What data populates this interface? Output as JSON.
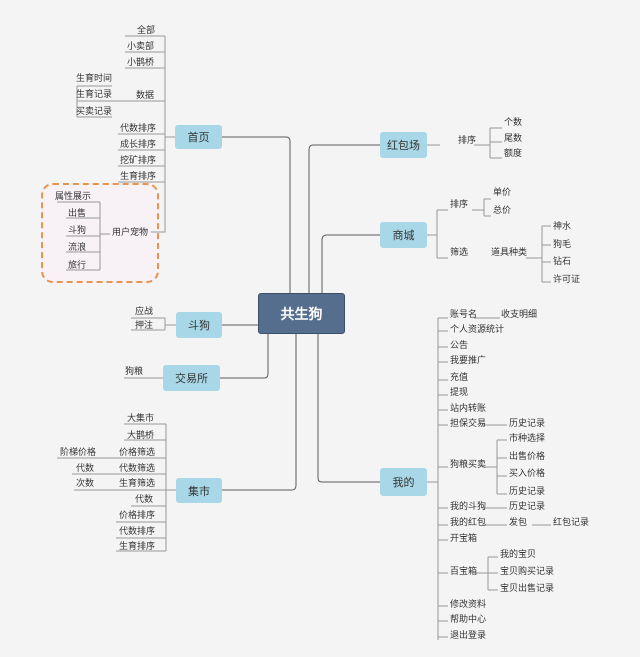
{
  "root": {
    "label": "共生狗"
  },
  "home": {
    "label": "首页",
    "items": {
      "all": "全部",
      "shop": "小卖部",
      "bridge": "小鹊桥",
      "data": "数据",
      "breed_time": "生育时间",
      "breed_record": "生育记录",
      "trade_record": "买卖记录",
      "gen_sort": "代数排序",
      "growth_sort": "成长排序",
      "mine_sort": "挖矿排序",
      "breed_sort": "生育排序",
      "user_pet": "用户宠物",
      "attr": "属性展示",
      "sell": "出售",
      "fight": "斗狗",
      "wander": "流浪",
      "travel": "旅行"
    }
  },
  "redpacket": {
    "label": "红包场",
    "items": {
      "sort": "排序",
      "count": "个数",
      "tail": "尾数",
      "amount": "额度"
    }
  },
  "mall": {
    "label": "商城",
    "items": {
      "sort": "排序",
      "price": "单价",
      "total": "总价",
      "filter": "筛选",
      "prop_type": "道具种类",
      "water": "神水",
      "fur": "狗毛",
      "diamond": "钻石",
      "license": "许可证"
    }
  },
  "dogfight": {
    "label": "斗狗",
    "items": {
      "fight": "应战",
      "bet": "押注"
    }
  },
  "exchange": {
    "label": "交易所",
    "items": {
      "food": "狗粮"
    }
  },
  "market": {
    "label": "集市",
    "items": {
      "big_market": "大集市",
      "big_bridge": "大鹊桥",
      "price_filter": "价格筛选",
      "tier_price": "阶梯价格",
      "gen_filter": "代数筛选",
      "gen": "代数",
      "breed_filter": "生育筛选",
      "times": "次数",
      "gen2": "代数",
      "price_sort": "价格排序",
      "gen_sort": "代数排序",
      "breed_sort": "生育排序"
    }
  },
  "mine": {
    "label": "我的",
    "items": {
      "account": "账号名",
      "detail": "收支明细",
      "stats": "个人资源统计",
      "notice": "公告",
      "promote": "我要推广",
      "recharge": "充值",
      "withdraw": "提现",
      "transfer": "站内转账",
      "guarantee": "担保交易",
      "history1": "历史记录",
      "food_trade": "狗粮买卖",
      "market_price": "市种选择",
      "sell_price": "出售价格",
      "buy_price": "买入价格",
      "history2": "历史记录",
      "my_dogfight": "我的斗狗",
      "history3": "历史记录",
      "my_red": "我的红包",
      "send": "发包",
      "red_record": "红包记录",
      "open_box": "开宝箱",
      "treasure": "百宝箱",
      "my_treasure": "我的宝贝",
      "buy_record": "宝贝购买记录",
      "sell_record": "宝贝出售记录",
      "edit": "修改资料",
      "help": "帮助中心",
      "logout": "退出登录"
    }
  }
}
